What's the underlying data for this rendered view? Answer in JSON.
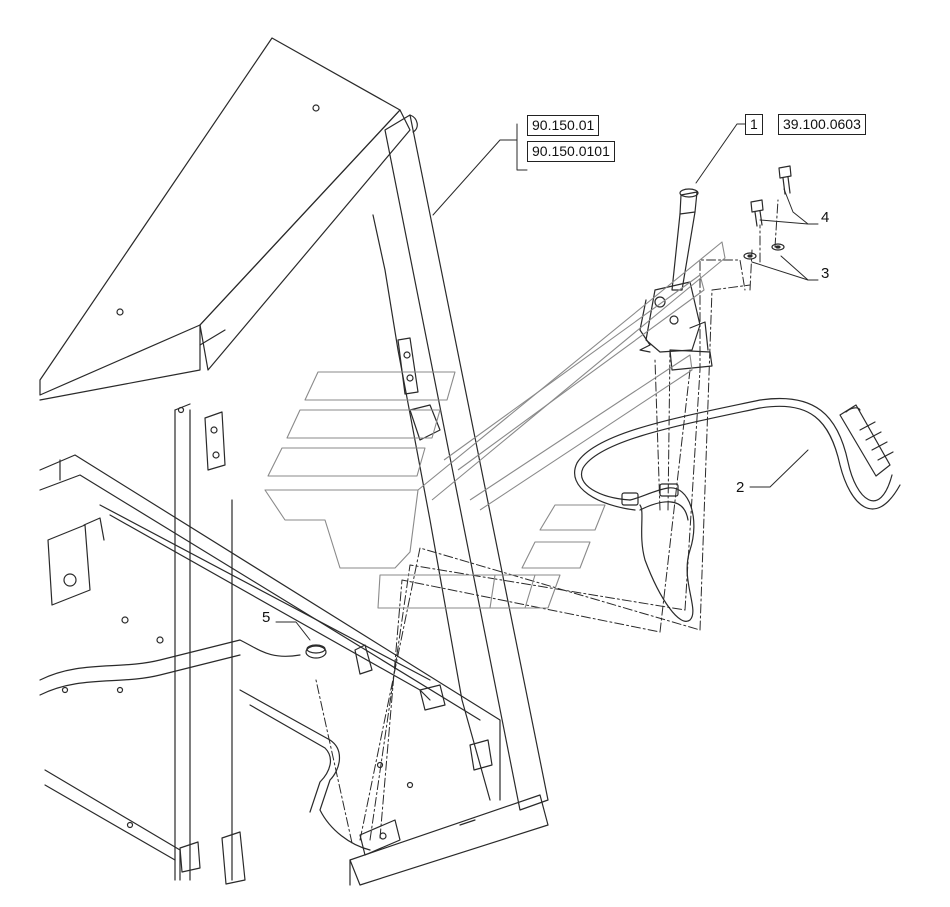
{
  "references": {
    "frame_ref_1": "90.150.01",
    "frame_ref_2": "90.150.0101",
    "item_number": "1",
    "item_ref": "39.100.0603"
  },
  "callouts": {
    "c2": "2",
    "c3": "3",
    "c4": "4",
    "c5": "5"
  },
  "colors": {
    "line": "#2a2a2a",
    "watermark": "#8a8a8a",
    "background": "#ffffff"
  }
}
